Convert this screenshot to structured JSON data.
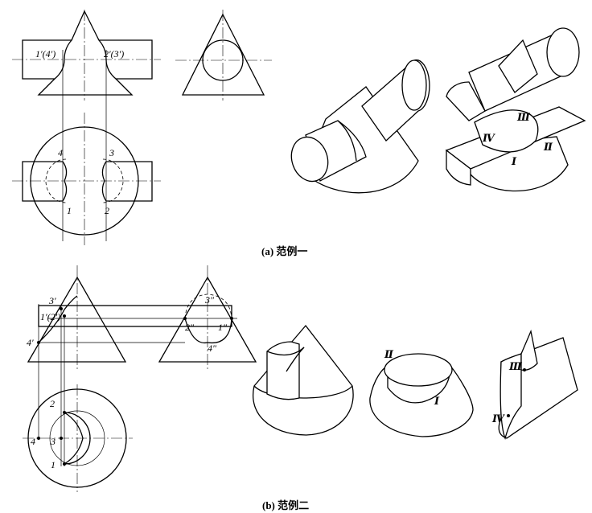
{
  "captions": {
    "a": "(a) 范例一",
    "b": "(b) 范例二"
  },
  "example_a": {
    "front_labels": {
      "left": "1′(4′)",
      "right": "2′(3′)"
    },
    "top_labels": {
      "p1": "1",
      "p2": "2",
      "p3": "3",
      "p4": "4"
    },
    "iso_labels": {
      "r3": "Ⅲ",
      "r4": "Ⅳ",
      "r2": "Ⅱ",
      "r1": "Ⅰ"
    }
  },
  "example_b": {
    "front_labels": {
      "p3": "3′",
      "p12": "1′(2′)",
      "p4": "4′"
    },
    "side_labels": {
      "p3": "3″",
      "p2": "2″",
      "p1": "1″",
      "p4": "4″"
    },
    "top_labels": {
      "p2": "2",
      "p4": "4",
      "p3": "3",
      "p1": "1"
    },
    "iso_labels": {
      "r2": "Ⅱ",
      "r1": "Ⅰ",
      "r3": "Ⅲ",
      "r4": "Ⅳ"
    }
  }
}
